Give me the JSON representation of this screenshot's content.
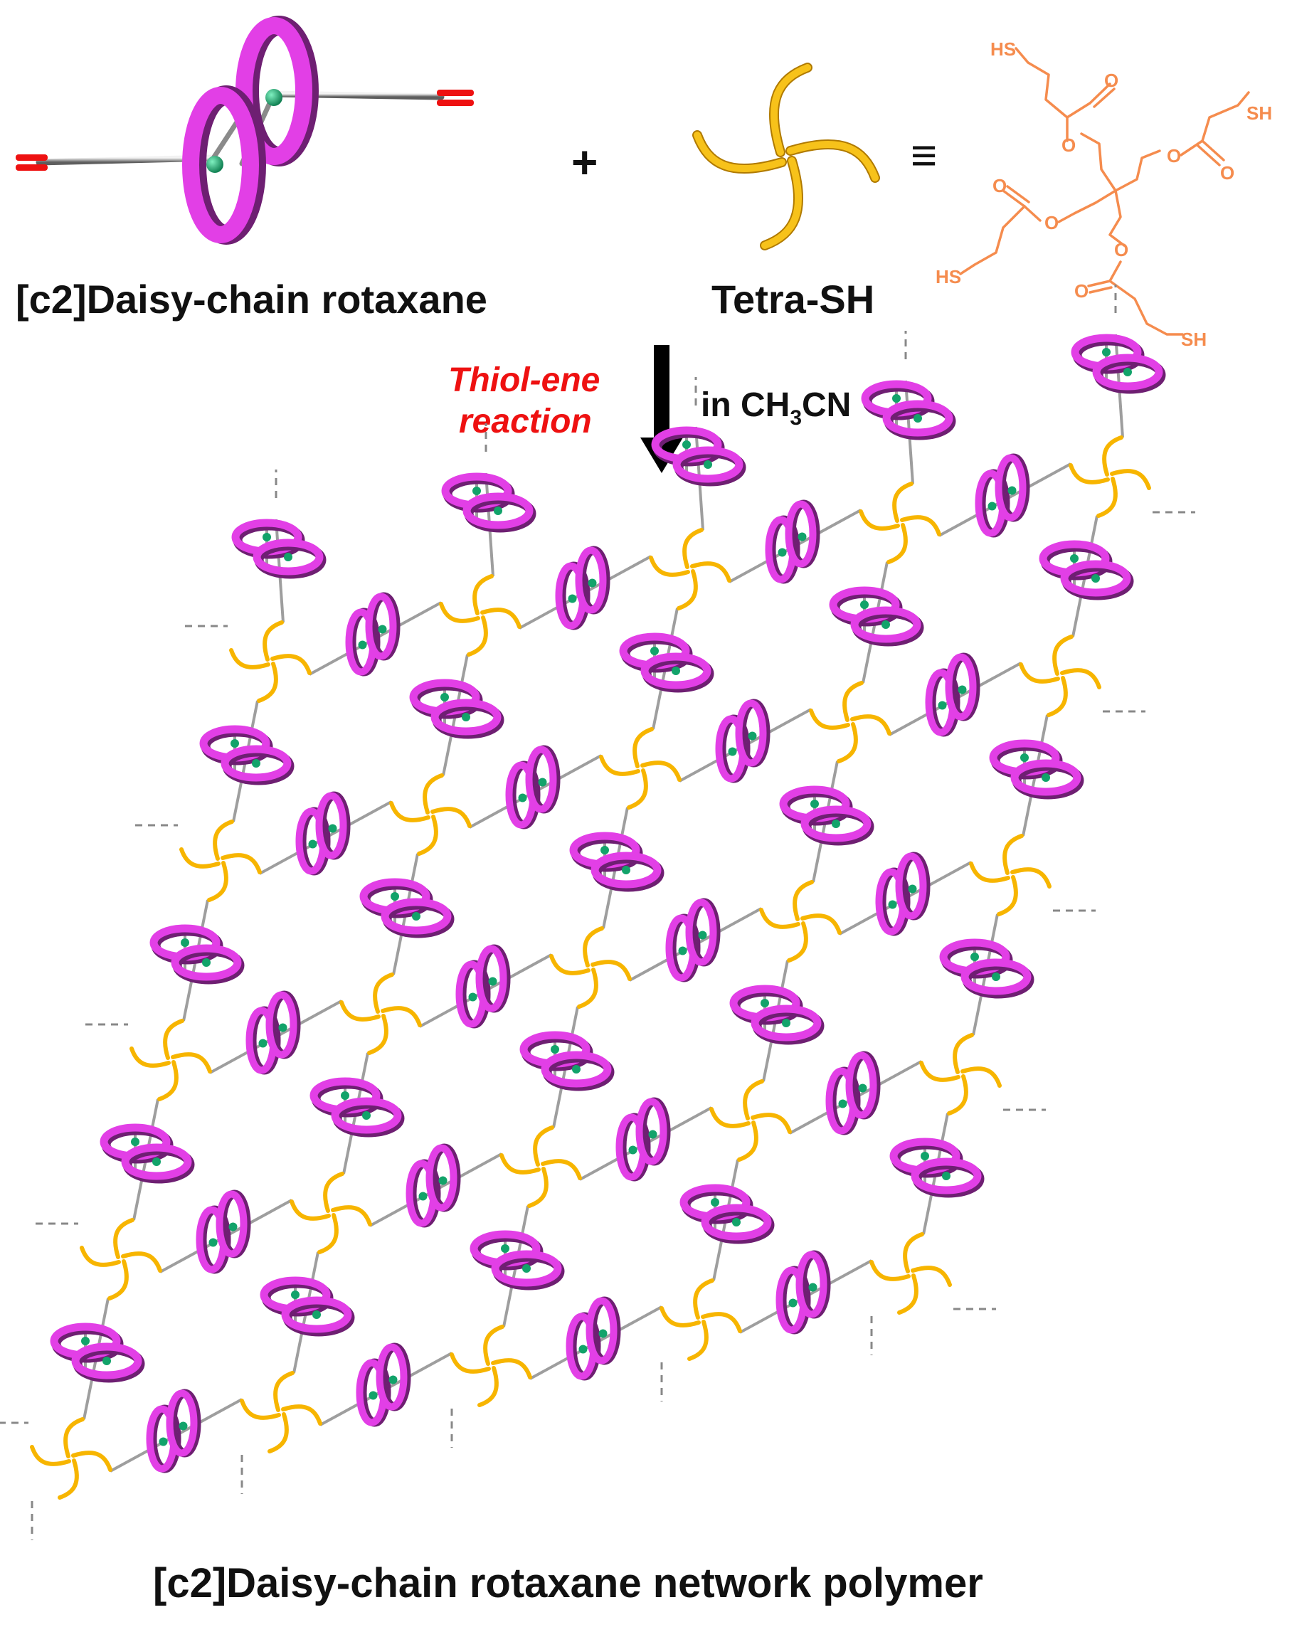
{
  "colors": {
    "ring": "#e23fe6",
    "ring_dark": "#6e1f72",
    "axle": "#9e9e9e",
    "stopper": "#ee1111",
    "bead": "#12a36a",
    "linker": "#f7b500",
    "chem": "#f58c4e",
    "reaction_text": "#ee1111",
    "arrow": "#000000"
  },
  "labels": {
    "rotaxane": "[c2]Daisy-chain rotaxane",
    "plus": "+",
    "tetra": "Tetra-SH",
    "equiv": "≡",
    "reaction_line1": "Thiol-ene",
    "reaction_line2": "reaction",
    "solvent_prefix": "in CH",
    "solvent_sub": "3",
    "solvent_suffix": "CN",
    "product": "[c2]Daisy-chain rotaxane network polymer"
  },
  "chemical": {
    "name_icon": "pentaerythritol-tetrakis-3-mercaptopropionate-structure",
    "atoms": {
      "sh": "SH",
      "hs": "HS",
      "o": "O"
    }
  },
  "icons": {
    "rotaxane": "daisy-chain-rotaxane-icon",
    "tetra": "tetra-sh-crosslinker-icon",
    "arrow": "down-arrow-icon",
    "network": "rotaxane-network-icon"
  }
}
